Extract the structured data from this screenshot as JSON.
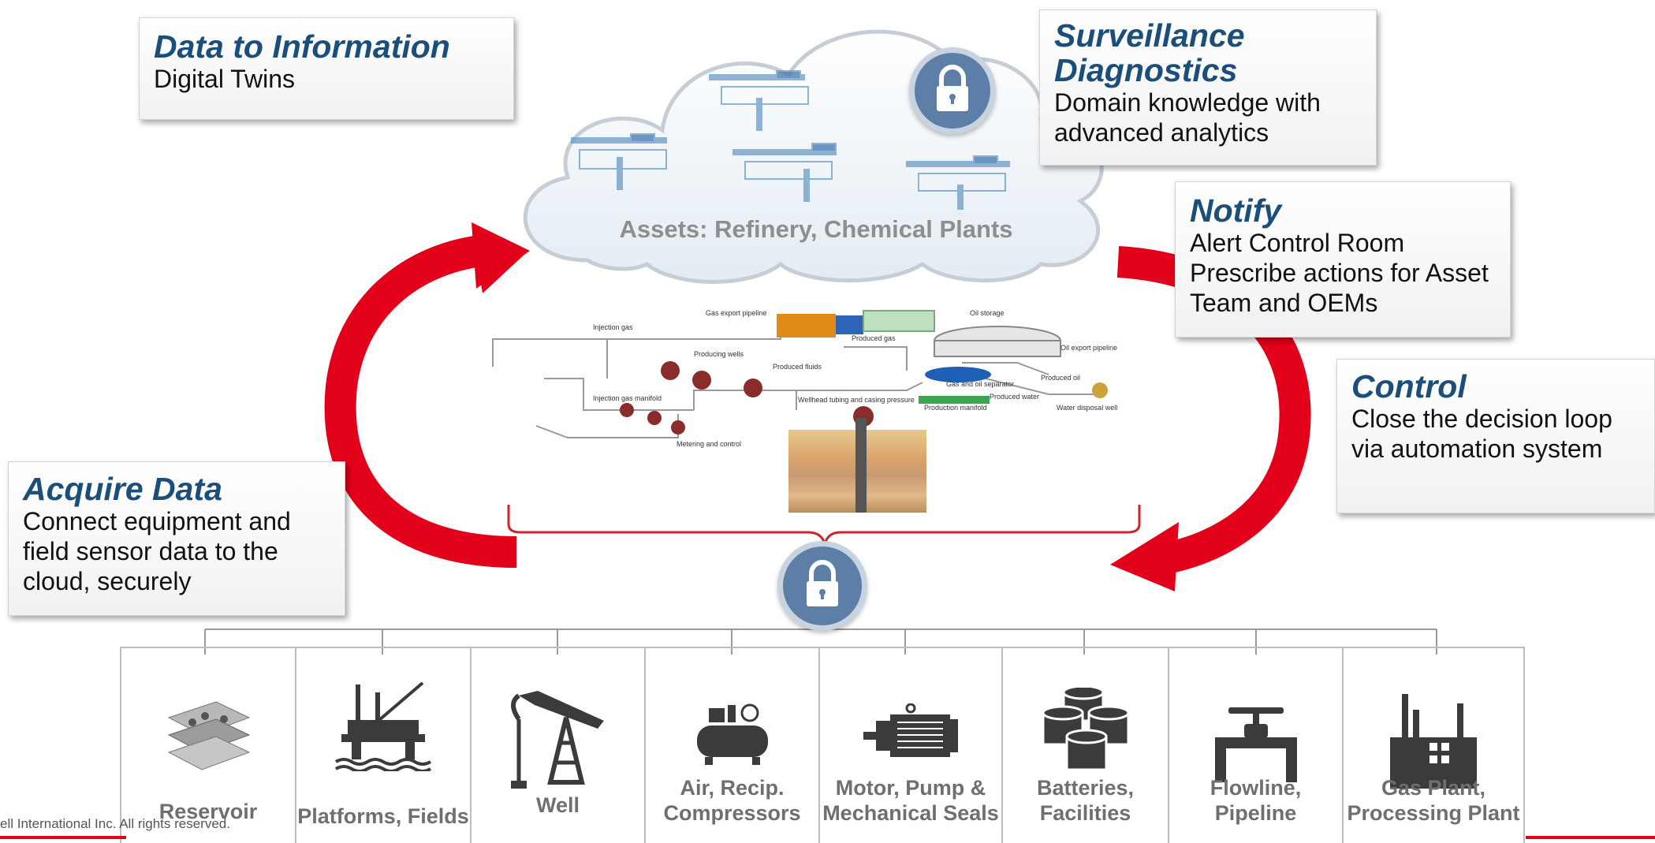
{
  "boxes": {
    "data_to_info": {
      "title": "Data to Information",
      "body": [
        "Digital Twins"
      ]
    },
    "surveillance": {
      "title_lines": [
        "Surveillance",
        "Diagnostics"
      ],
      "body": [
        "Domain knowledge with",
        "advanced analytics"
      ]
    },
    "notify": {
      "title": "Notify",
      "body": [
        "Alert Control Room",
        "Prescribe actions for Asset",
        "Team and OEMs"
      ]
    },
    "control": {
      "title": "Control",
      "body": [
        "Close the decision loop",
        "via automation system"
      ]
    },
    "acquire": {
      "title": "Acquire Data",
      "body": [
        "Connect equipment and",
        "field sensor data to the",
        "cloud, securely"
      ]
    }
  },
  "cloud": {
    "label": "Assets: Refinery, Chemical Plants"
  },
  "diagram_labels": {
    "gas_export": "Gas export pipeline",
    "oil_storage": "Oil storage",
    "injection_gas": "Injection gas",
    "producing_wells": "Producing wells",
    "produced_fluids": "Produced fluids",
    "produced_gas": "Produced gas",
    "oil_export": "Oil export pipeline",
    "gas_oil_separator": "Gas and oil separator",
    "produced_oil": "Produced oil",
    "injection_manifold": "Injection gas manifold",
    "wellhead": "Wellhead tubing and casing pressure",
    "production_manifold": "Production manifold",
    "produced_water": "Produced water",
    "water_disposal": "Water disposal well",
    "metering": "Metering and control"
  },
  "panels": [
    {
      "label_lines": [
        "Reservoir"
      ],
      "icon": "reservoir-icon"
    },
    {
      "label_lines": [
        "Platforms, Fields"
      ],
      "icon": "platform-icon"
    },
    {
      "label_lines": [
        "Well"
      ],
      "icon": "pumpjack-icon"
    },
    {
      "label_lines": [
        "Air, Recip.",
        "Compressors"
      ],
      "icon": "compressor-icon"
    },
    {
      "label_lines": [
        "Motor, Pump &",
        "Mechanical Seals"
      ],
      "icon": "motor-icon"
    },
    {
      "label_lines": [
        "Batteries,",
        "Facilities"
      ],
      "icon": "tanks-icon"
    },
    {
      "label_lines": [
        "Flowline,",
        "Pipeline"
      ],
      "icon": "valve-icon"
    },
    {
      "label_lines": [
        "Gas Plant,",
        "Processing Plant"
      ],
      "icon": "gas-plant-icon"
    }
  ],
  "footer": "ell International Inc. All rights reserved.",
  "colors": {
    "accent_red": "#e2001a",
    "title_blue": "#1b4f7a",
    "lock_blue": "#5d7ea6",
    "icon_dark": "#3b3b3b"
  }
}
